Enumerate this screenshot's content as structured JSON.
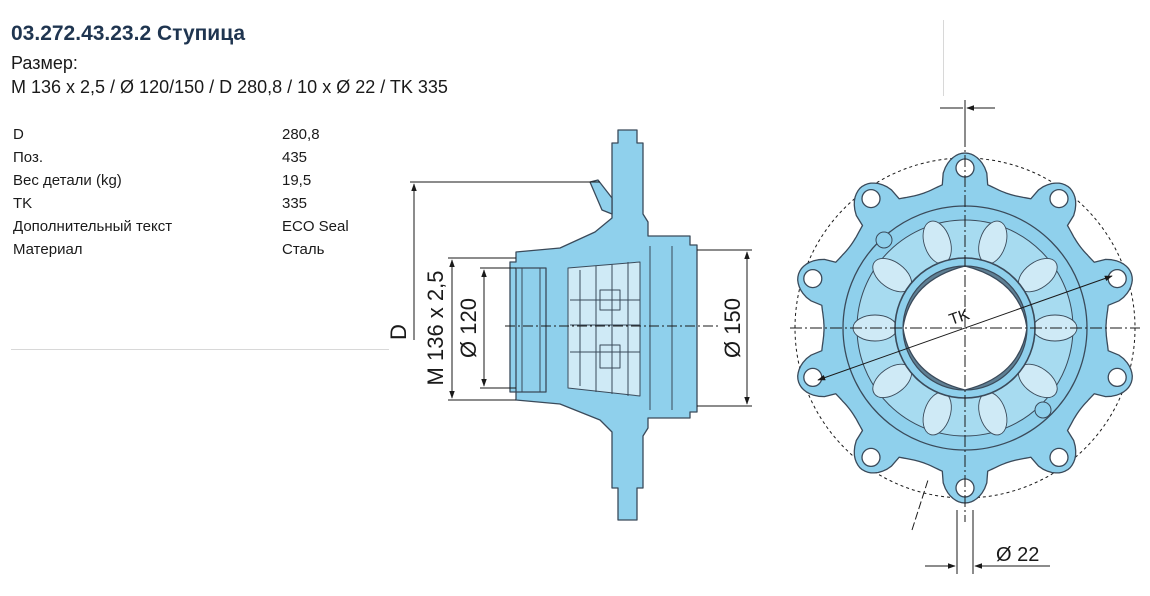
{
  "header": {
    "title": "03.272.43.23.2 Ступица",
    "size_label": "Размер:",
    "size_value": "M 136 x 2,5 / Ø 120/150 / D 280,8 / 10 x Ø 22 / TK 335"
  },
  "specs": [
    {
      "key": "D",
      "value": "280,8"
    },
    {
      "key": "Поз.",
      "value": "435"
    },
    {
      "key": "Вес детали (kg)",
      "value": "19,5"
    },
    {
      "key": "TK",
      "value": "335"
    },
    {
      "key": "Дополнительный текст",
      "value": "ECO Seal"
    },
    {
      "key": "Материал",
      "value": "Сталь"
    }
  ],
  "drawing": {
    "dim_d": "D",
    "dim_thread": "M 136 x 2,5",
    "dim_120": "Ø 120",
    "dim_150": "Ø 150",
    "dim_tk": "TK",
    "dim_hole": "Ø 22",
    "colors": {
      "part_fill": "#8fd0ec",
      "part_stroke": "#3a4a5a",
      "dim_line": "#1a1a1a"
    }
  }
}
